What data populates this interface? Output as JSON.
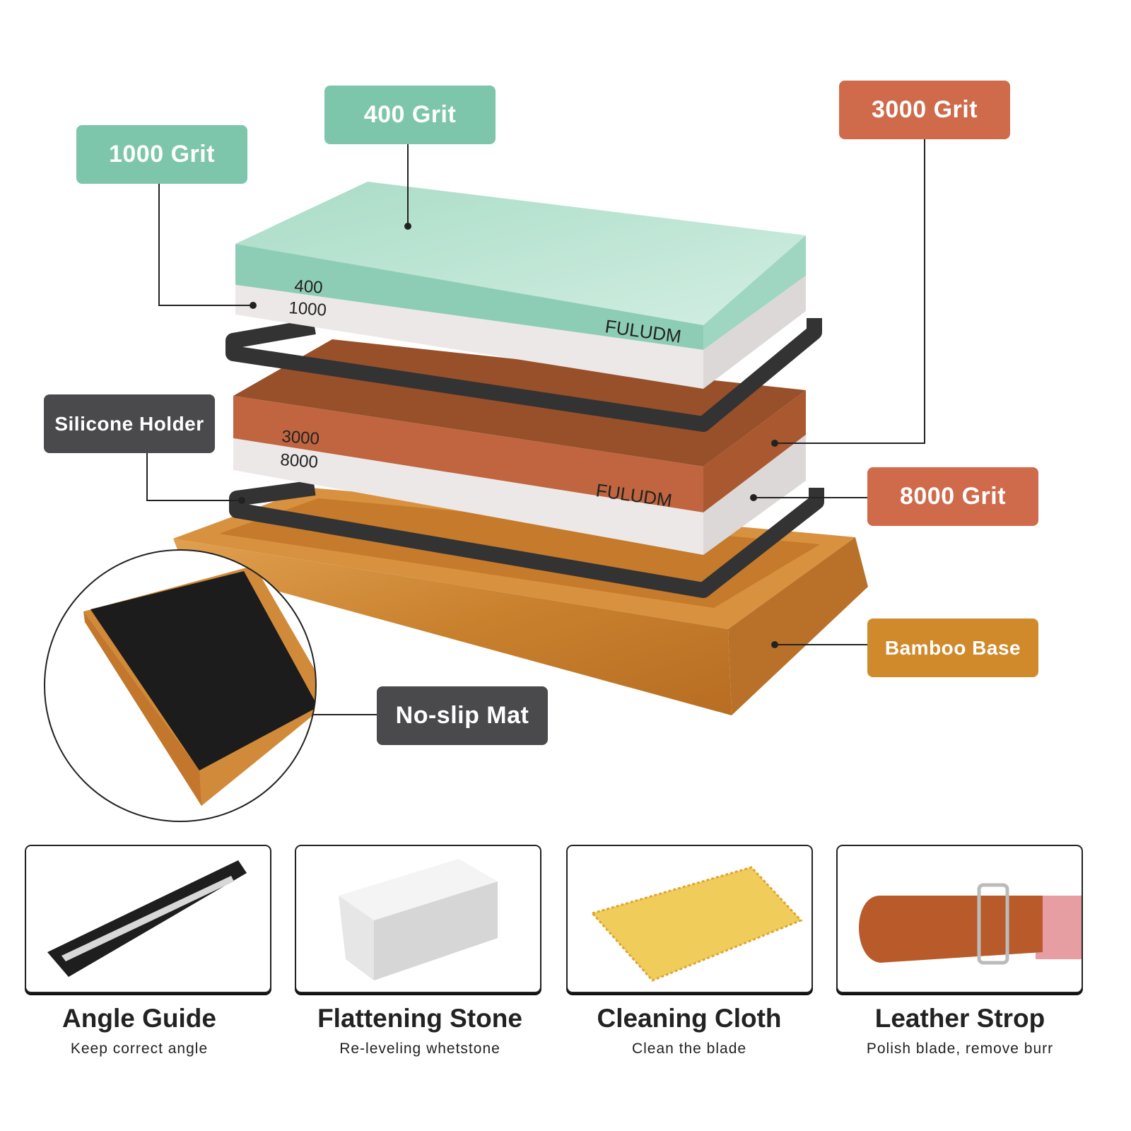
{
  "labels": {
    "grit_1000": "1000 Grit",
    "grit_400": "400 Grit",
    "grit_3000": "3000 Grit",
    "grit_8000": "8000 Grit",
    "silicone_holder": "Silicone Holder",
    "bamboo_base": "Bamboo Base",
    "no_slip_mat": "No-slip Mat"
  },
  "stone_markings": {
    "top_upper": "400",
    "top_lower": "1000",
    "bottom_upper": "3000",
    "bottom_lower": "8000",
    "brand": "FULUDM"
  },
  "accessories": [
    {
      "title": "Angle Guide",
      "subtitle": "Keep correct angle"
    },
    {
      "title": "Flattening Stone",
      "subtitle": "Re-leveling whetstone"
    },
    {
      "title": "Cleaning Cloth",
      "subtitle": "Clean the blade"
    },
    {
      "title": "Leather Strop",
      "subtitle": "Polish blade, remove burr"
    }
  ],
  "colors": {
    "teal": "#7dc6ab",
    "rust": "#cf6a4a",
    "dark": "#4a4a4c",
    "amber": "#d0892b"
  }
}
